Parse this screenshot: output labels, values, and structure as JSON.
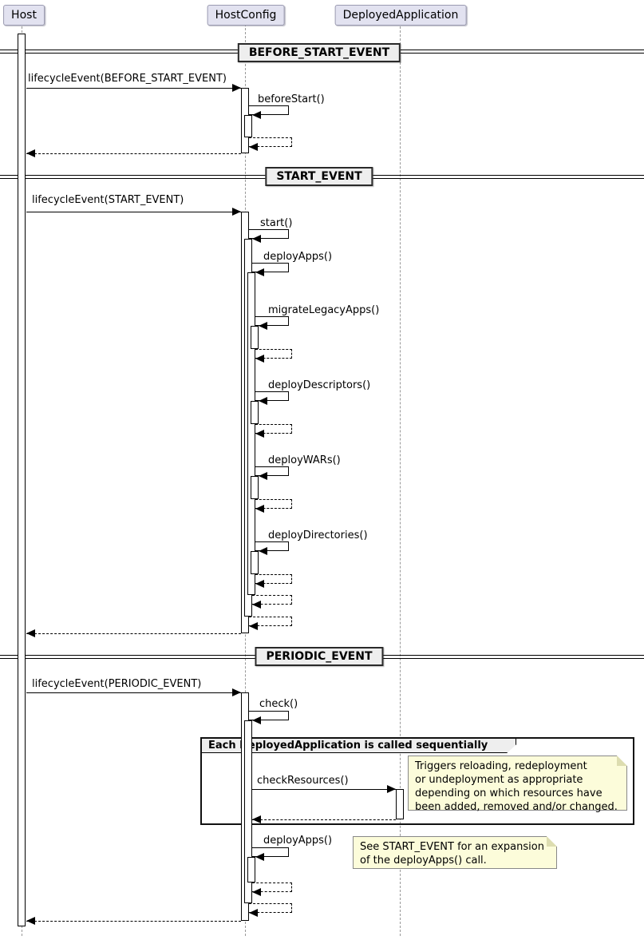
{
  "participants": [
    {
      "name": "Host"
    },
    {
      "name": "HostConfig"
    },
    {
      "name": "DeployedApplication"
    }
  ],
  "dividers": [
    {
      "label": "BEFORE_START_EVENT"
    },
    {
      "label": "START_EVENT"
    },
    {
      "label": "PERIODIC_EVENT"
    }
  ],
  "messages": {
    "before_start_entry": "lifecycleEvent(BEFORE_START_EVENT)",
    "before_start_self": "beforeStart()",
    "start_entry": "lifecycleEvent(START_EVENT)",
    "start_self": "start()",
    "deploy_apps": "deployApps()",
    "migrate_legacy_apps": "migrateLegacyApps()",
    "deploy_descriptors": "deployDescriptors()",
    "deploy_wars": "deployWARs()",
    "deploy_directories": "deployDirectories()",
    "periodic_entry": "lifecycleEvent(PERIODIC_EVENT)",
    "check_self": "check()",
    "check_resources": "checkResources()",
    "deploy_apps_periodic": "deployApps()"
  },
  "group": {
    "label": "Each DeployedApplication is called sequentially"
  },
  "notes": [
    {
      "text": "Triggers reloading, redeployment\nor undeployment as appropriate\ndepending on which resources have\nbeen added, removed and/or changed."
    },
    {
      "text": "See START_EVENT for an expansion\nof the deployApps() call."
    }
  ],
  "colors": {
    "participant_fill": "#E2E2F0",
    "divider_fill": "#EEEEEE",
    "note_fill": "#FCFCDA",
    "line": "#000000",
    "lifeline": "#999999"
  }
}
